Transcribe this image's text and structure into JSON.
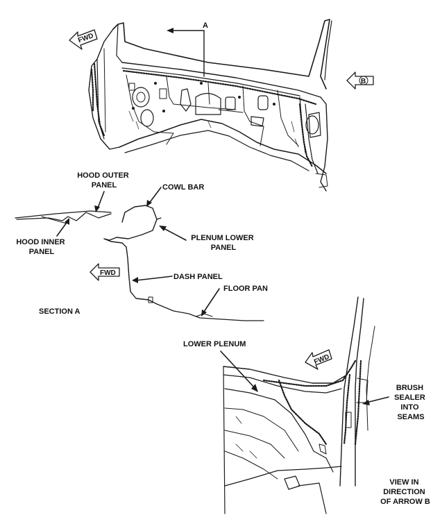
{
  "callouts": {
    "section_arrow": "A",
    "hood_outer_panel": [
      "HOOD OUTER",
      "PANEL"
    ],
    "cowl_bar": "COWL BAR",
    "plenum_lower_panel": [
      "PLENUM LOWER",
      "PANEL"
    ],
    "hood_inner_panel": [
      "HOOD INNER",
      "PANEL"
    ],
    "dash_panel": "DASH PANEL",
    "floor_pan": "FLOOR PAN",
    "section_title": "SECTION A",
    "lower_plenum": "LOWER PLENUM",
    "brush_sealer": [
      "BRUSH",
      "SEALER",
      "INTO",
      "SEAMS"
    ],
    "view_direction": [
      "VIEW IN",
      "DIRECTION",
      "OF ARROW B"
    ]
  },
  "direction_arrows": {
    "fwd_top": "FWD",
    "fwd_section": "FWD",
    "fwd_view_b": "FWD",
    "arrow_b": "B"
  }
}
